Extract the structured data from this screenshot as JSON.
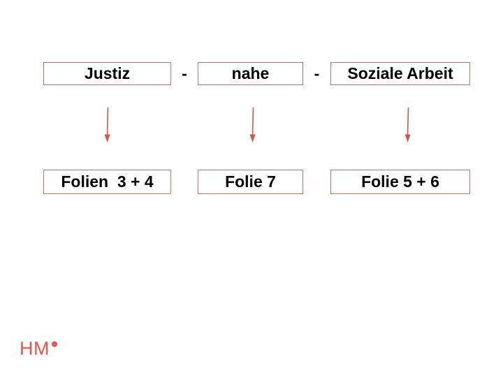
{
  "slide": {
    "background": "#ffffff",
    "top_row": {
      "separator": "-",
      "boxes": [
        {
          "label": "Justiz"
        },
        {
          "label": "nahe"
        },
        {
          "label": "Soziale Arbeit"
        }
      ]
    },
    "arrows": [
      {
        "name": "down-arrow-justiz",
        "direction": "down"
      },
      {
        "name": "down-arrow-nahe",
        "direction": "down"
      },
      {
        "name": "down-arrow-soziale-arbeit",
        "direction": "down"
      }
    ],
    "bottom_row": {
      "boxes": [
        {
          "label": "Folien  3 + 4"
        },
        {
          "label": "Folie 7"
        },
        {
          "label": "Folie 5 + 6"
        }
      ]
    },
    "logo": {
      "text": "HM"
    },
    "colors": {
      "box_border": "#c0736e",
      "arrow": "#d5544f",
      "logo": "#e85450",
      "text": "#000000"
    }
  }
}
